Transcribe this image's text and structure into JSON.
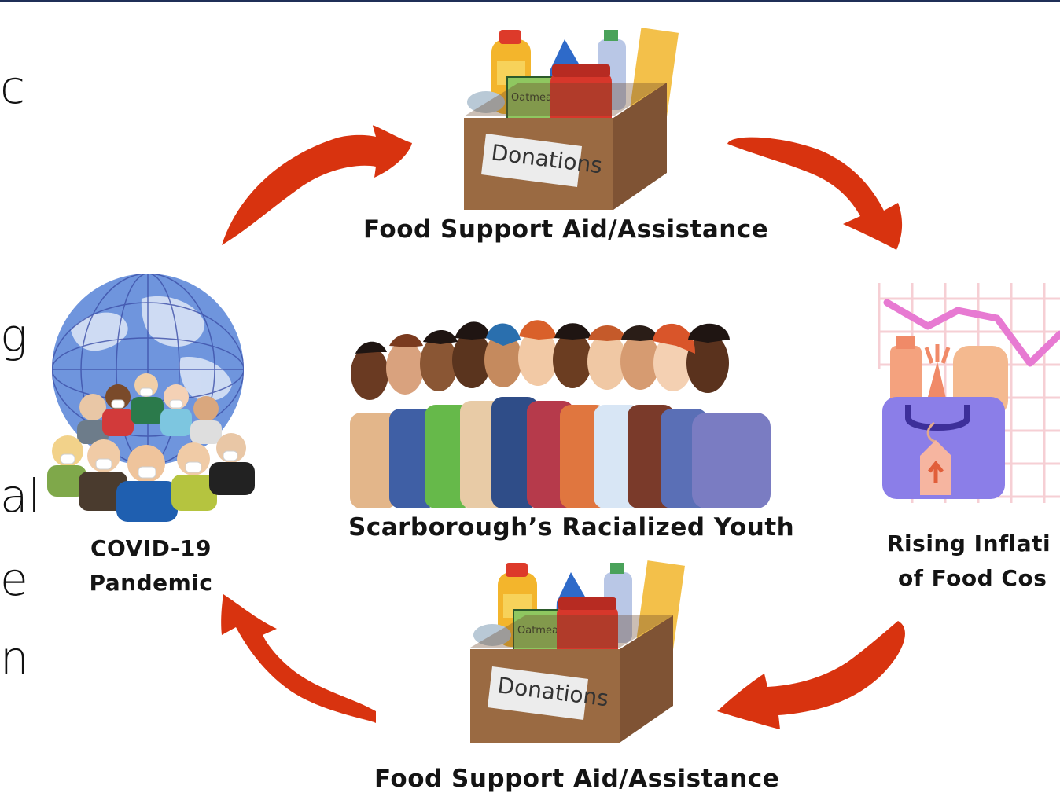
{
  "left_fragments": [
    "c",
    "g",
    "al",
    "e",
    "n"
  ],
  "labels": {
    "top_box": "Food Support Aid/Assistance",
    "center": "Scarborough’s Racialized Youth",
    "covid_line1": "COVID-19",
    "covid_line2": "Pandemic",
    "inflation_line1": "Rising Inflati",
    "inflation_line2": "of Food Cos",
    "bottom_box": "Food Support Aid/Assistance"
  },
  "box_texts": {
    "donations": "Donations",
    "oatmeal": "Oatmeal"
  },
  "colors": {
    "arrow": "#d8330f",
    "box": "#9a6a42",
    "globe": "#6f95dd",
    "bag": "#8b7ee8",
    "graph_line": "#e77ad2"
  }
}
